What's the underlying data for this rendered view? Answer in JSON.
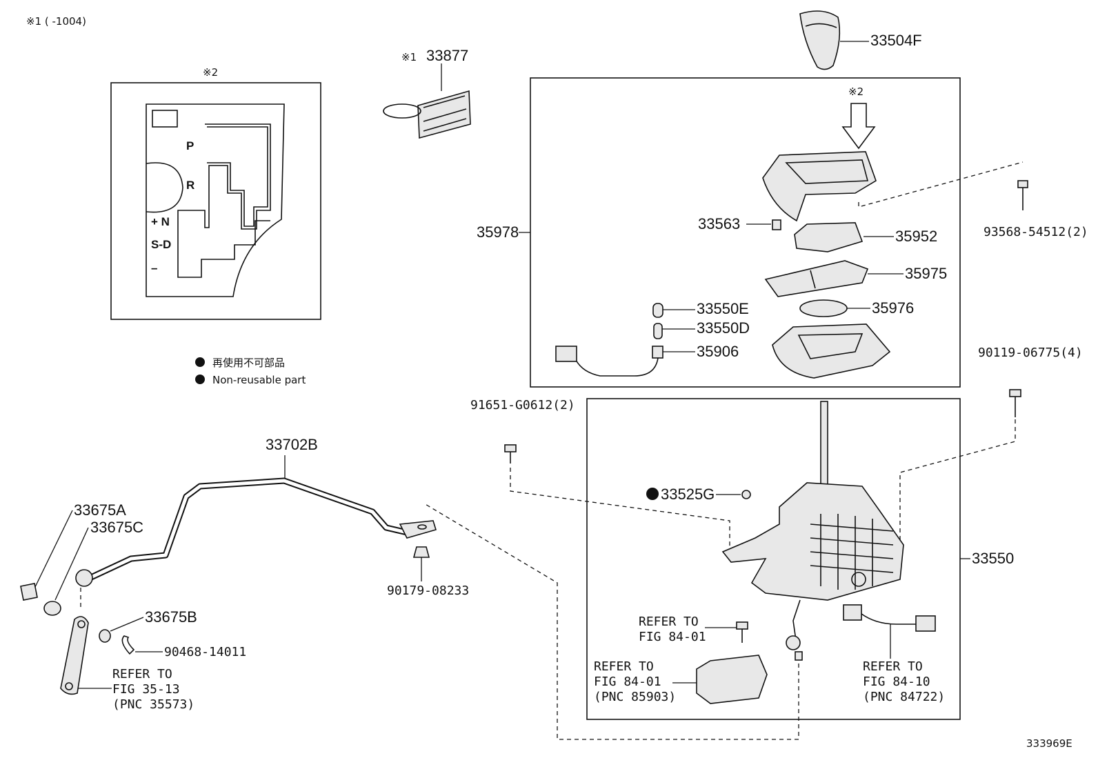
{
  "notes": {
    "note1": "※1 (     -1004)",
    "gate_mark": "※2",
    "arrow_mark": "※2",
    "legend_jp": "再使用不可部品",
    "legend_en": "Non-reusable part"
  },
  "gate": {
    "p": "P",
    "r": "R",
    "n": "+ N",
    "sd": "S-D",
    "minus": "–"
  },
  "parts": {
    "p33877": "33877",
    "p33877_mark": "※1",
    "p33504F": "33504F",
    "p35978": "35978",
    "p33563": "33563",
    "p35952": "35952",
    "p35975": "35975",
    "p33550E": "33550E",
    "p33550D": "33550D",
    "p35976": "35976",
    "p35906": "35906",
    "p93568": "93568-54512(2)",
    "p90119": "90119-06775(4)",
    "p91651": "91651-G0612(2)",
    "p33525G": "33525G",
    "p33550": "33550",
    "p33702B": "33702B",
    "p33675A": "33675A",
    "p33675C": "33675C",
    "p33675B": "33675B",
    "p90468": "90468-14011",
    "p90179": "90179-08233"
  },
  "refs": {
    "r1_l1": "REFER TO",
    "r1_l2": "FIG 35-13",
    "r1_l3": "(PNC 35573)",
    "r2_l1": "REFER TO",
    "r2_l2": "FIG 84-01",
    "r3_l1": "REFER TO",
    "r3_l2": "FIG 84-01",
    "r3_l3": "(PNC 85903)",
    "r4_l1": "REFER TO",
    "r4_l2": "FIG 84-10",
    "r4_l3": "(PNC 84722)"
  },
  "diagram_id": "333969E"
}
